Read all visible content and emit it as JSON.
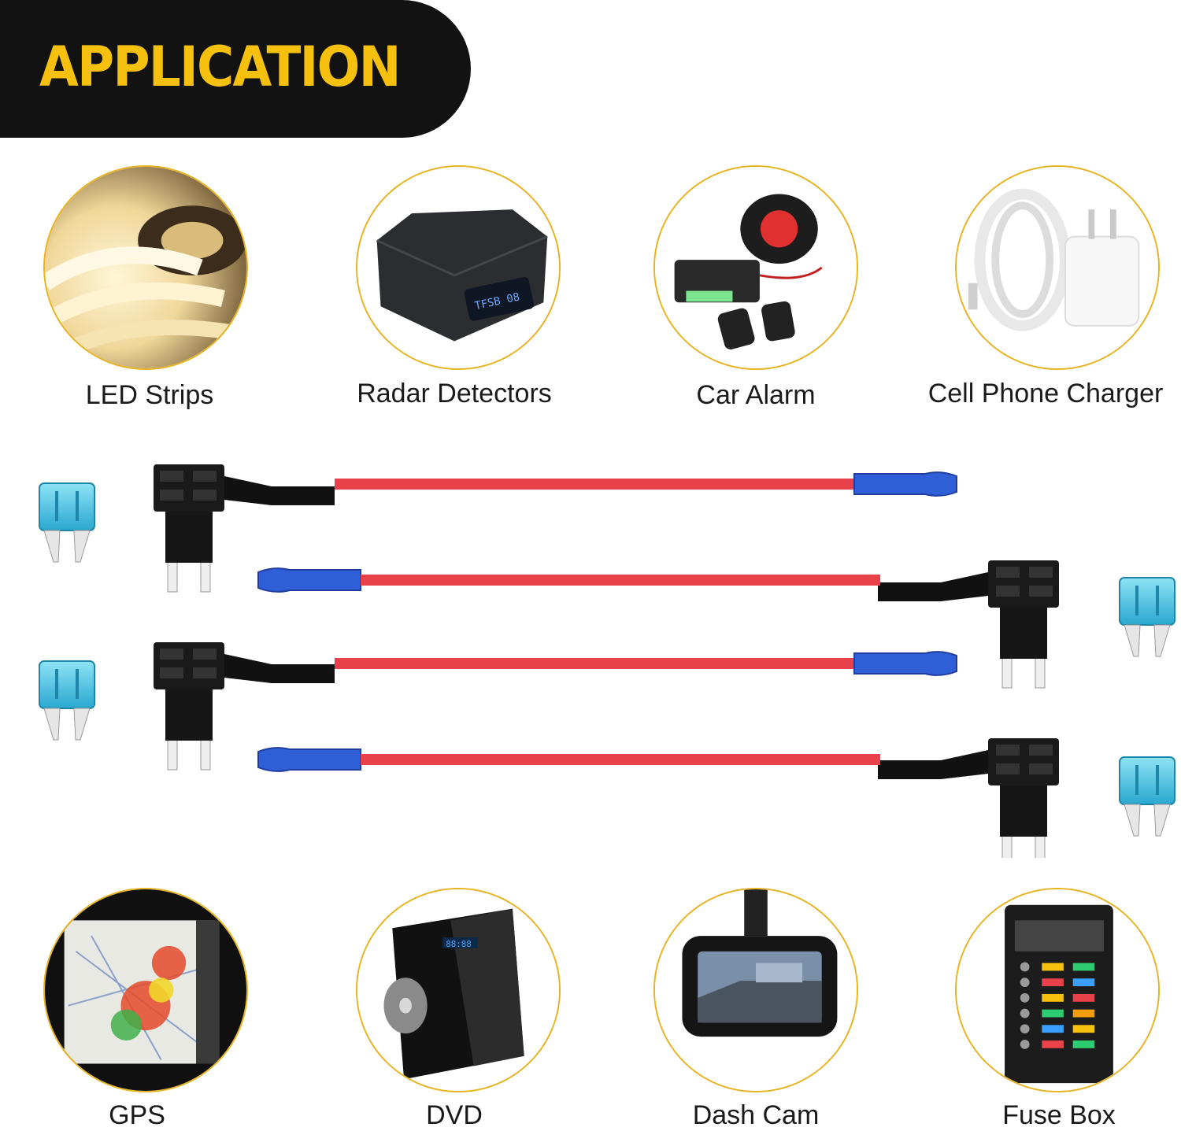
{
  "banner": {
    "title": "APPLICATION"
  },
  "applications_top": [
    {
      "label": "LED Strips",
      "icon": "led-strip-icon"
    },
    {
      "label": "Radar Detectors",
      "icon": "radar-detector-icon"
    },
    {
      "label": "Car Alarm",
      "icon": "car-alarm-icon"
    },
    {
      "label": "Cell Phone Charger",
      "icon": "phone-charger-icon"
    }
  ],
  "applications_bottom": [
    {
      "label": "GPS",
      "icon": "gps-icon"
    },
    {
      "label": "DVD",
      "icon": "dvd-icon"
    },
    {
      "label": "Dash Cam",
      "icon": "dash-cam-icon"
    },
    {
      "label": "Fuse Box",
      "icon": "fuse-box-icon"
    }
  ],
  "colors": {
    "banner_bg": "#121212",
    "title": "#f5c10e",
    "circle_border": "#e8b321",
    "wire": "#e8414a",
    "connector": "#2f5fd6",
    "fuse": "#45c7e8"
  }
}
